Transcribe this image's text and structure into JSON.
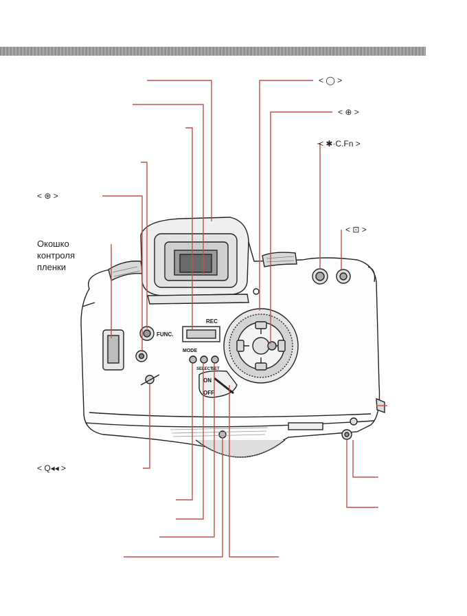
{
  "page": {
    "header_band_color": "#9a9a9a",
    "callout_line_color": "#c0504d"
  },
  "labels": {
    "dial_symbol": "< ◯ >",
    "cross_keys_symbol": "< ⊕ >",
    "ael_cfn": "< ✱·C.Fn >",
    "af_point": "< ⊡ >",
    "metering": "< ⊛ >",
    "rewind": "< Q◂◂ >",
    "film_window": [
      "Окошко",
      "контроля",
      "пленки"
    ]
  },
  "camera_text": {
    "func": "FUNC.",
    "rec": "REC",
    "mode": "MODE",
    "select": "SELECT",
    "set": "SET",
    "on": "ON",
    "off": "OFF"
  }
}
